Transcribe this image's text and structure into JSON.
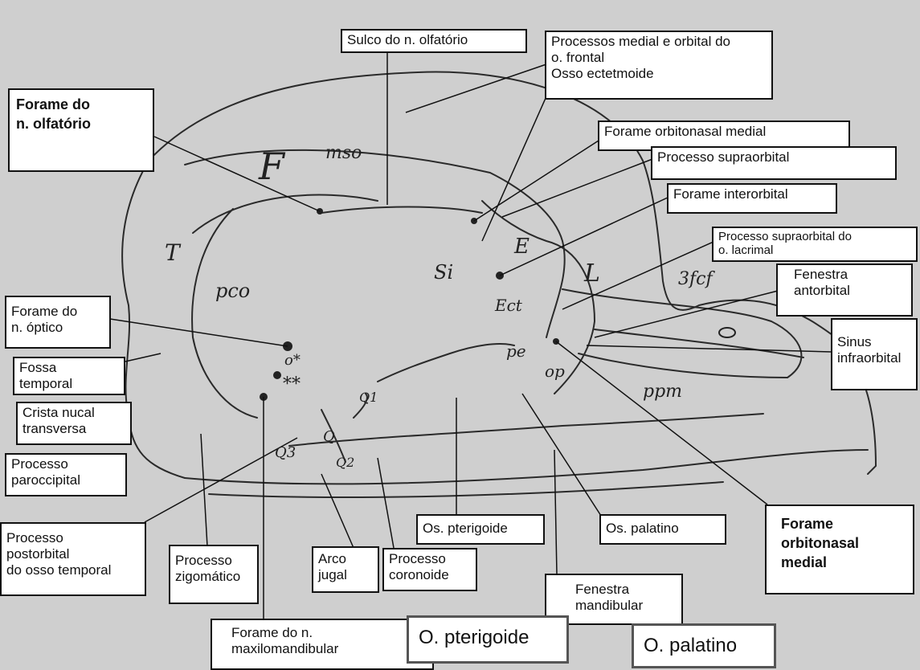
{
  "labels": {
    "sulco_olfatorio": "Sulco do n. olfatório",
    "processos_medial": "Processos medial e orbital do\no. frontal\nOsso ectetmoide",
    "forame_olfatorio": "Forame do\nn. olfatório",
    "forame_orbitonasal_medial_top": "Forame orbitonasal medial",
    "processo_supraorbital": "Processo supraorbital",
    "forame_interorbital": "Forame interorbital",
    "processo_supraorbital_lacrimal": "Processo supraorbital do\no. lacrimal",
    "fenestra_antorbital": "Fenestra\nantorbital",
    "sinus_infraorbital": "Sinus\ninfraorbital",
    "forame_optico": "Forame do\nn. óptico",
    "fossa_temporal": "Fossa\ntemporal",
    "crista_nucal": "Crista nucal\ntransversa",
    "processo_paroccipital": "Processo\nparoccipital",
    "processo_postorbital": "Processo\npostorbital\ndo osso temporal",
    "processo_zigomatico": "Processo\nzigomático",
    "arco_jugal": "Arco\njugal",
    "processo_coronoide": "Processo\ncoronoide",
    "os_pterigoide": "Os. pterigoide",
    "os_palatino": "Os. palatino",
    "forame_orbitonasal_medial_bottom": "Forame\norbitonasal\nmedial",
    "fenestra_mandibular": "Fenestra\nmandibular",
    "forame_maxilomandibular": "Forame do n.\nmaxilomandibular",
    "o_pterigoide": "O. pterigoide",
    "o_palatino": "O. palatino"
  },
  "handwritten": {
    "F": "F",
    "mso": "mso",
    "T": "T",
    "pco": "pco",
    "si": "Si",
    "E": "E",
    "ect": "Ect",
    "pe": "pe",
    "op": "op",
    "L": "L",
    "zfcf": "3fcf",
    "ppm": "ppm",
    "q1": "Q1",
    "q": "Q",
    "q2": "Q2",
    "q3": "Q3",
    "star1": "o*",
    "star2": "**"
  },
  "colors": {
    "background": "#cfcfcf",
    "ink": "#222222",
    "box_border": "#111111"
  }
}
